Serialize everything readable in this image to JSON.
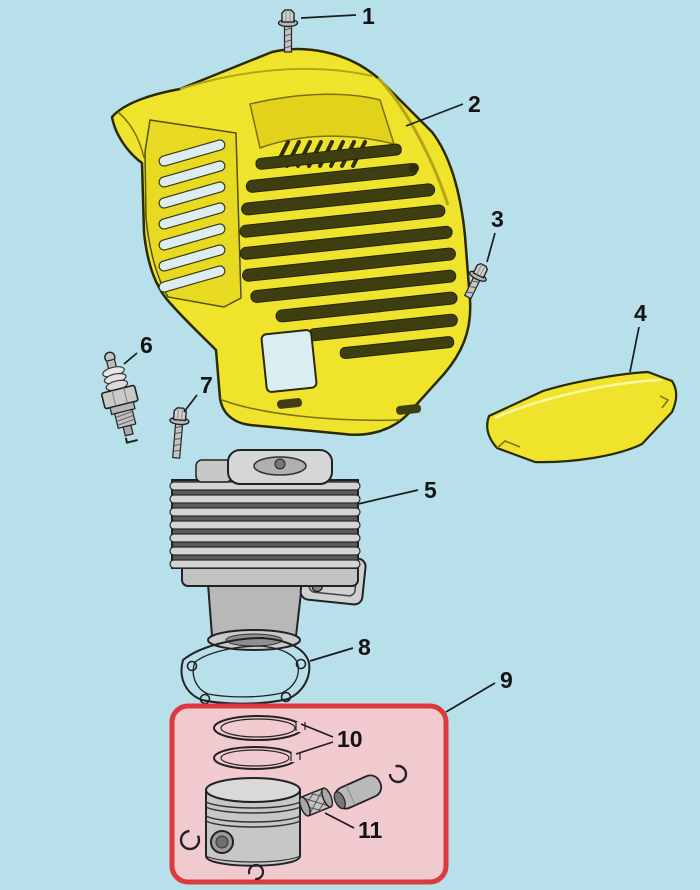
{
  "diagram": {
    "type": "exploded-parts-diagram",
    "callouts": [
      {
        "label": "1",
        "depicts": "cover-screw-top"
      },
      {
        "label": "2",
        "depicts": "engine-cover"
      },
      {
        "label": "3",
        "depicts": "cover-screw-side"
      },
      {
        "label": "4",
        "depicts": "cover-plate"
      },
      {
        "label": "5",
        "depicts": "cylinder"
      },
      {
        "label": "6",
        "depicts": "spark-plug"
      },
      {
        "label": "7",
        "depicts": "cylinder-screw"
      },
      {
        "label": "8",
        "depicts": "cylinder-gasket"
      },
      {
        "label": "9",
        "depicts": "piston-assembly-highlight"
      },
      {
        "label": "10",
        "depicts": "piston-rings"
      },
      {
        "label": "11",
        "depicts": "needle-bearing-and-wrist-pin"
      }
    ],
    "colors": {
      "background": "#b7e0ea",
      "cover_yellow": "#f0e32c",
      "vent_dark": "#3e3e10",
      "slat_light": "#dcedf2",
      "metal_light": "#d4d4d4",
      "metal_mid": "#b8b8b8",
      "outline": "#1c1c1c",
      "highlight_stroke": "#dd3a3c",
      "highlight_fill": "#f1cad0",
      "label_color": "#141414"
    }
  }
}
